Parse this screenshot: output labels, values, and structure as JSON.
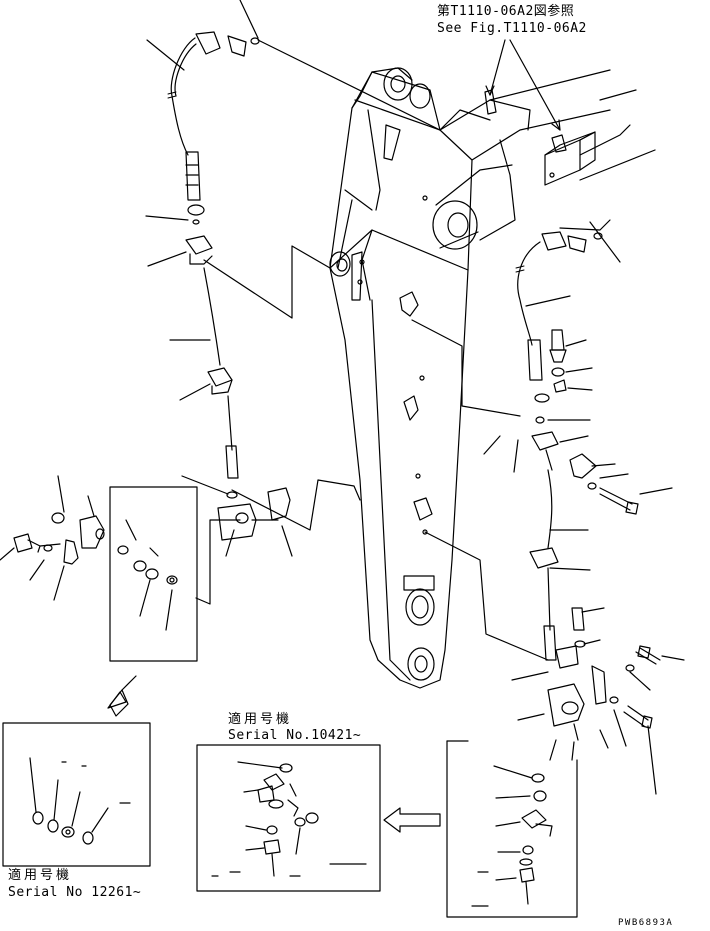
{
  "references": {
    "fig_ref_jp": "第T1110-06A2図参照",
    "fig_ref_en": "See Fig.T1110-06A2"
  },
  "inset_serial_10421": {
    "label_jp": "適用号機",
    "label_en": "Serial No.10421~"
  },
  "inset_serial_12261": {
    "label_jp": "適用号機",
    "label_en": "Serial No 12261~"
  },
  "drawing_code": "PWB6893A"
}
